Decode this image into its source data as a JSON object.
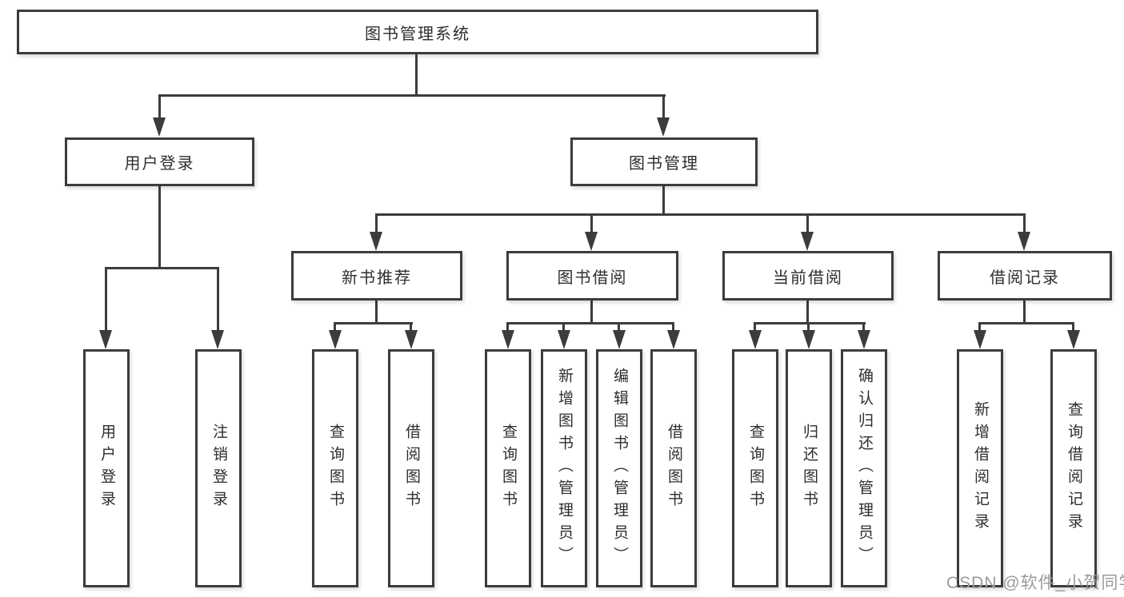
{
  "tree": {
    "root_label": "图书管理系统",
    "branches": [
      {
        "label": "用户登录",
        "children": [
          {
            "label": "用户登录"
          },
          {
            "label": "注销登录"
          }
        ]
      },
      {
        "label": "图书管理",
        "groups": [
          {
            "label": "新书推荐",
            "children": [
              {
                "label": "查询图书"
              },
              {
                "label": "借阅图书"
              }
            ]
          },
          {
            "label": "图书借阅",
            "children": [
              {
                "label": "查询图书"
              },
              {
                "label": "新增图书（管理员）"
              },
              {
                "label": "编辑图书（管理员）"
              },
              {
                "label": "借阅图书"
              }
            ]
          },
          {
            "label": "当前借阅",
            "children": [
              {
                "label": "查询图书"
              },
              {
                "label": "归还图书"
              },
              {
                "label": "确认归还（管理员）"
              }
            ]
          },
          {
            "label": "借阅记录",
            "children": [
              {
                "label": "新增借阅记录"
              },
              {
                "label": "查询借阅记录"
              }
            ]
          }
        ]
      }
    ]
  },
  "watermark": {
    "text": "CSDN @软件_小贺同学"
  },
  "colors": {
    "line": "#3c3c3c",
    "box_border": "#3c3c3c",
    "box_fill": "#ffffff",
    "text": "#2e2e2e",
    "watermark": "#9b9b9b",
    "background": "#ffffff"
  }
}
